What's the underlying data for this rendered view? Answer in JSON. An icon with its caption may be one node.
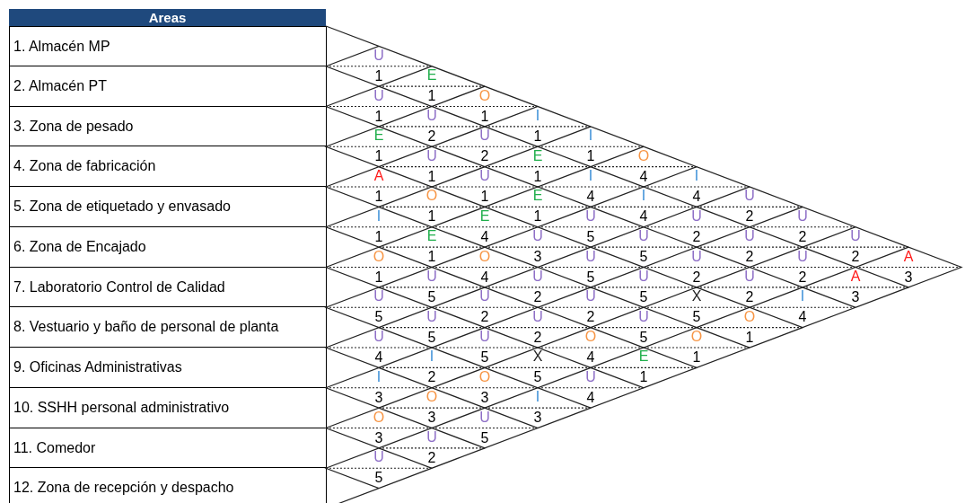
{
  "diagram": {
    "labels": [
      "Areas",
      "1. Almacén MP",
      "2. Almacén PT",
      "3. Zona de pesado",
      "4. Zona de fabricación",
      "5. Zona de etiquetado y envasado",
      "6. Zona de Encajado",
      "7. Laboratorio Control de Calidad",
      "8. Vestuario y baño de personal de planta",
      "9. Oficinas Administrativas",
      "10. SSHH personal administrativo",
      "11. Comedor",
      "12. Zona de recepción y despacho",
      "U",
      "1",
      "E",
      "U",
      "1",
      "O",
      "1",
      "U",
      "1",
      "I",
      "E",
      "2",
      "U",
      "1",
      "I",
      "1",
      "U",
      "2",
      "E",
      "1",
      "O",
      "A",
      "1",
      "U",
      "1",
      "I",
      "4",
      "I",
      "1",
      "O",
      "1",
      "E",
      "4",
      "I",
      "4",
      "U",
      "I",
      "1",
      "E",
      "1",
      "U",
      "4",
      "U",
      "2",
      "U",
      "1",
      "E",
      "4",
      "U",
      "5",
      "U",
      "2",
      "U",
      "2",
      "U",
      "O",
      "1",
      "O",
      "3",
      "U",
      "5",
      "U",
      "2",
      "U",
      "2",
      "A",
      "1",
      "U",
      "4",
      "U",
      "5",
      "U",
      "2",
      "U",
      "2",
      "A",
      "3",
      "U",
      "5",
      "U",
      "2",
      "U",
      "5",
      "X",
      "2",
      "I",
      "3",
      "5",
      "U",
      "2",
      "U",
      "2",
      "U",
      "5",
      "O",
      "4",
      "U",
      "5",
      "U",
      "2",
      "O",
      "5",
      "O",
      "1",
      "4",
      "I",
      "5",
      "X",
      "4",
      "E",
      "1",
      "I",
      "2",
      "O",
      "5",
      "U",
      "1",
      "3",
      "O",
      "3",
      "I",
      "4",
      "O",
      "3",
      "U",
      "3",
      "3",
      "U",
      "5",
      "U",
      "2",
      "5"
    ]
  }
}
